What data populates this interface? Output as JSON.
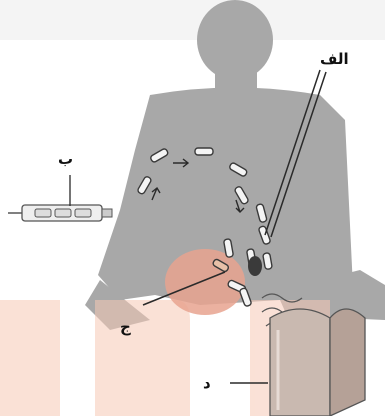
{
  "labels": {
    "a": "الف",
    "b": "ب",
    "c": "ج",
    "d": "د"
  },
  "colors": {
    "background": "#ffffff",
    "body_silhouette": "#a8a8a8",
    "stomach": "#e8a38f",
    "overlay_red": "#f6c9b6",
    "device_tube": "#c9b9b0",
    "capsule_fill": "#f4f4f4",
    "capsule_outline": "#3a3a3a",
    "arrow": "#2a2a2a"
  }
}
